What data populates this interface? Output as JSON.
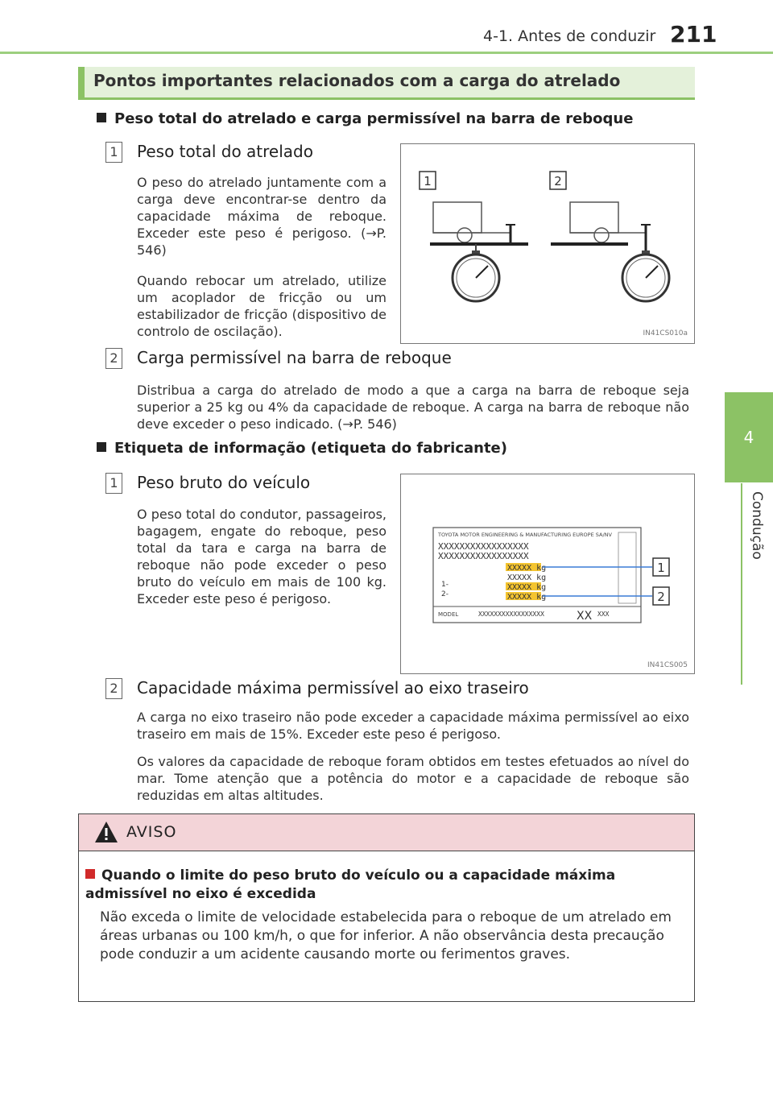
{
  "header": {
    "chapter_title": "4-1. Antes de conduzir",
    "page_number": "211"
  },
  "side_tab": {
    "number": "4",
    "label": "Condução"
  },
  "section": {
    "title": "Pontos importantes relacionados com a carga do atrelado"
  },
  "block1": {
    "heading": "Peso total do atrelado e carga permissível na barra de reboque",
    "item1": {
      "num": "1",
      "title": "Peso total do atrelado",
      "para1": "O peso do atrelado juntamente com a carga deve encontrar-se dentro da capacidade máxima de reboque. Exceder este peso é perigoso. (→P. 546)",
      "para2": "Quando rebocar um atrelado, utilize um acoplador de fricção ou um estabilizador de fricção (dispositivo de controlo de oscilação)."
    },
    "item2": {
      "num": "2",
      "title": "Carga permissível na barra de reboque",
      "para1": "Distribua a carga do atrelado de modo a que a carga na barra de reboque seja superior a 25 kg ou 4% da capacidade de reboque. A carga na barra de reboque não deve exceder o peso indicado.  (→P. 546)"
    },
    "figure": {
      "label1": "1",
      "label2": "2",
      "code": "IN41CS010a"
    }
  },
  "block2": {
    "heading": "Etiqueta de informação (etiqueta do fabricante)",
    "item1": {
      "num": "1",
      "title": "Peso bruto do veículo",
      "para1": "O peso total do condutor, passageiros, bagagem, engate do reboque, peso total da tara e carga na barra de reboque não pode exceder o peso bruto do veículo em mais de 100 kg. Exceder este peso é perigoso."
    },
    "item2": {
      "num": "2",
      "title": "Capacidade máxima permissível ao eixo traseiro",
      "para1": "A carga no eixo traseiro não pode exceder a capacidade máxima permissível ao eixo traseiro em mais de 15%. Exceder este peso é perigoso.",
      "para2": "Os valores da capacidade de reboque foram obtidos em testes efetuados ao nível do mar. Tome atenção que a potência do motor e a capacidade de reboque são reduzidas em altas altitudes."
    },
    "figure": {
      "label_header": "TOYOTA MOTOR ENGINEERING & MANUFACTURING EUROPE SA/NV",
      "line1": "XXXXXXXXXXXXXXXXX",
      "line2": "XXXXXXXXXXXXXXXXX",
      "weights": [
        "XXXXX kg",
        "XXXXX kg",
        "XXXXX kg",
        "XXXXX kg"
      ],
      "row_labels": [
        "1-",
        "2-"
      ],
      "model_label": "MODEL",
      "model_value": "XXXXXXXXXXXXXXXXX",
      "model_code": "XX",
      "model_suffix": "XXX",
      "callout1": "1",
      "callout2": "2",
      "code": "IN41CS005"
    }
  },
  "warning": {
    "title": "AVISO",
    "subheading": "Quando o limite do peso bruto do veículo ou a capacidade máxima admissível no eixo é excedida",
    "text": "Não exceda o limite de velocidade estabelecida para o reboque de um atrelado em áreas urbanas ou 100 km/h, o que for inferior. A não observância desta precaução pode conduzir a um acidente causando morte ou ferimentos graves."
  }
}
